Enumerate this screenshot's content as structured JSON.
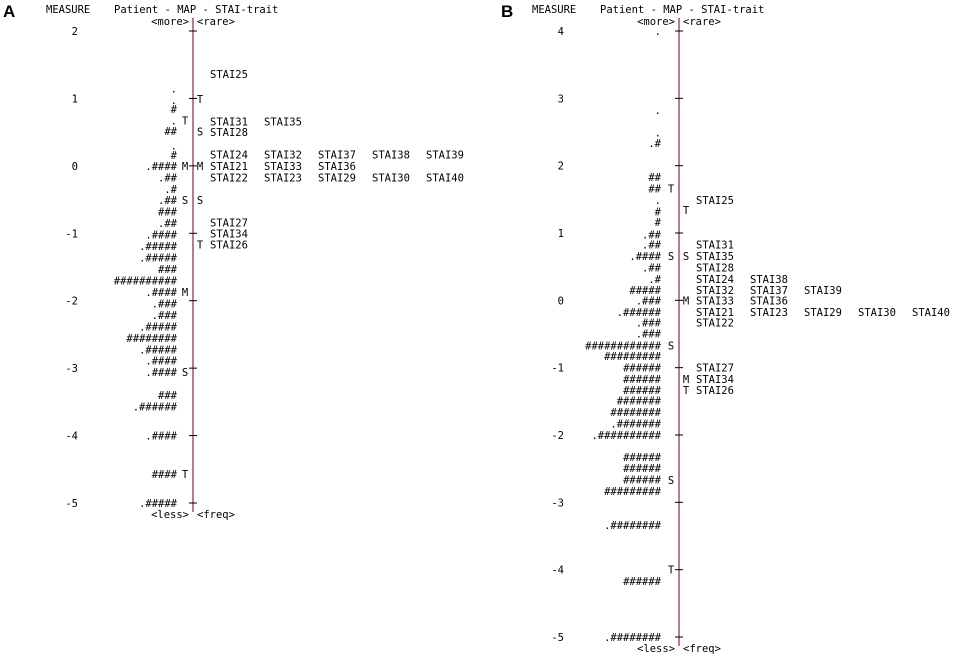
{
  "figure": {
    "panels": [
      "A",
      "B"
    ]
  },
  "chart_data": [
    {
      "type": "wright-map",
      "panel": "A",
      "header": {
        "measure_label": "MEASURE",
        "title": "Patient - MAP - STAI-trait"
      },
      "top_labels": {
        "left": "<more>",
        "right": "<rare>"
      },
      "bottom_labels": {
        "left": "<less>",
        "right": "<freq>"
      },
      "ylim": [
        -5,
        2
      ],
      "yticks": [
        2,
        1,
        0,
        -1,
        -2,
        -3,
        -4,
        -5
      ],
      "persons": [
        {
          "y": 1.15,
          "s": "."
        },
        {
          "y": 0.98,
          "s": "."
        },
        {
          "y": 0.84,
          "s": "#"
        },
        {
          "y": 0.67,
          "s": "."
        },
        {
          "y": 0.52,
          "s": "##"
        },
        {
          "y": 0.3,
          "s": "."
        },
        {
          "y": 0.16,
          "s": "#"
        },
        {
          "y": 0.0,
          "s": ".####"
        },
        {
          "y": -0.17,
          "s": ".##"
        },
        {
          "y": -0.34,
          "s": ".#"
        },
        {
          "y": -0.51,
          "s": ".##"
        },
        {
          "y": -0.68,
          "s": "###"
        },
        {
          "y": -0.85,
          "s": ".##"
        },
        {
          "y": -1.02,
          "s": ".####"
        },
        {
          "y": -1.19,
          "s": ".#####"
        },
        {
          "y": -1.36,
          "s": ".#####"
        },
        {
          "y": -1.53,
          "s": "###"
        },
        {
          "y": -1.7,
          "s": "##########"
        },
        {
          "y": -1.87,
          "s": ".####"
        },
        {
          "y": -2.04,
          "s": ".###"
        },
        {
          "y": -2.21,
          "s": ".###"
        },
        {
          "y": -2.38,
          "s": ".#####"
        },
        {
          "y": -2.55,
          "s": "########"
        },
        {
          "y": -2.72,
          "s": ".#####"
        },
        {
          "y": -2.89,
          "s": ".####"
        },
        {
          "y": -3.06,
          "s": ".####"
        },
        {
          "y": -3.4,
          "s": "###"
        },
        {
          "y": -3.57,
          "s": ".######"
        },
        {
          "y": -4.0,
          "s": ".####"
        },
        {
          "y": -4.57,
          "s": "####"
        },
        {
          "y": -5.0,
          "s": ".#####"
        }
      ],
      "person_markers": [
        {
          "y": 0.67,
          "label": "T"
        },
        {
          "y": 0.0,
          "label": "M"
        },
        {
          "y": -0.51,
          "label": "S"
        },
        {
          "y": -1.87,
          "label": "M"
        },
        {
          "y": -3.06,
          "label": "S"
        },
        {
          "y": -4.57,
          "label": "T"
        }
      ],
      "item_markers": [
        {
          "y": 0.99,
          "label": "T"
        },
        {
          "y": 0.51,
          "label": "S"
        },
        {
          "y": 0.0,
          "label": "M"
        },
        {
          "y": -0.51,
          "label": "S"
        },
        {
          "y": -1.17,
          "label": "T"
        }
      ],
      "items": [
        {
          "y": 1.36,
          "labels": [
            "STAI25"
          ]
        },
        {
          "y": 0.66,
          "labels": [
            "STAI31",
            "STAI35"
          ]
        },
        {
          "y": 0.5,
          "labels": [
            "STAI28"
          ]
        },
        {
          "y": 0.17,
          "labels": [
            "STAI24",
            "STAI32",
            "STAI37",
            "STAI38",
            "STAI39"
          ]
        },
        {
          "y": 0.0,
          "labels": [
            "STAI21",
            "STAI33",
            "STAI36"
          ]
        },
        {
          "y": -0.17,
          "labels": [
            "STAI22",
            "STAI23",
            "STAI29",
            "STAI30",
            "STAI40"
          ]
        },
        {
          "y": -0.84,
          "labels": [
            "STAI27"
          ]
        },
        {
          "y": -1.0,
          "labels": [
            "STAI34"
          ]
        },
        {
          "y": -1.17,
          "labels": [
            "STAI26"
          ]
        }
      ]
    },
    {
      "type": "wright-map",
      "panel": "B",
      "header": {
        "measure_label": "MEASURE",
        "title": "Patient - MAP - STAI-trait"
      },
      "top_labels": {
        "left": "<more>",
        "right": "<rare>"
      },
      "bottom_labels": {
        "left": "<less>",
        "right": "<freq>"
      },
      "ylim": [
        -5,
        4
      ],
      "yticks": [
        4,
        3,
        2,
        1,
        0,
        -1,
        -2,
        -3,
        -4,
        -5
      ],
      "persons": [
        {
          "y": 4.0,
          "s": "."
        },
        {
          "y": 2.83,
          "s": "."
        },
        {
          "y": 2.49,
          "s": "."
        },
        {
          "y": 2.34,
          "s": ".#"
        },
        {
          "y": 1.83,
          "s": "##"
        },
        {
          "y": 1.66,
          "s": "##"
        },
        {
          "y": 1.49,
          "s": "."
        },
        {
          "y": 1.32,
          "s": "#"
        },
        {
          "y": 1.16,
          "s": "#"
        },
        {
          "y": 0.98,
          "s": ".##"
        },
        {
          "y": 0.83,
          "s": ".##"
        },
        {
          "y": 0.66,
          "s": ".####"
        },
        {
          "y": 0.49,
          "s": ".##"
        },
        {
          "y": 0.32,
          "s": ".#"
        },
        {
          "y": 0.15,
          "s": "#####"
        },
        {
          "y": 0.0,
          "s": ".###"
        },
        {
          "y": -0.17,
          "s": ".######"
        },
        {
          "y": -0.33,
          "s": ".###"
        },
        {
          "y": -0.49,
          "s": ".###"
        },
        {
          "y": -0.67,
          "s": "############"
        },
        {
          "y": -0.83,
          "s": "#########"
        },
        {
          "y": -1.0,
          "s": "######"
        },
        {
          "y": -1.17,
          "s": "######"
        },
        {
          "y": -1.33,
          "s": "######"
        },
        {
          "y": -1.49,
          "s": "#######"
        },
        {
          "y": -1.66,
          "s": "########"
        },
        {
          "y": -1.83,
          "s": ".#######"
        },
        {
          "y": -2.0,
          "s": ".##########"
        },
        {
          "y": -2.33,
          "s": "######"
        },
        {
          "y": -2.49,
          "s": "######"
        },
        {
          "y": -2.66,
          "s": "######"
        },
        {
          "y": -2.83,
          "s": "#########"
        },
        {
          "y": -3.34,
          "s": ".########"
        },
        {
          "y": -4.17,
          "s": "######"
        },
        {
          "y": -5.0,
          "s": ".########"
        }
      ],
      "person_markers": [
        {
          "y": 1.66,
          "label": "T"
        },
        {
          "y": 0.66,
          "label": "S"
        },
        {
          "y": -0.67,
          "label": "S"
        },
        {
          "y": -2.67,
          "label": "S"
        },
        {
          "y": -4.0,
          "label": "T"
        }
      ],
      "item_markers": [
        {
          "y": 1.34,
          "label": "T"
        },
        {
          "y": 0.66,
          "label": "S"
        },
        {
          "y": 0.0,
          "label": "M"
        },
        {
          "y": -1.17,
          "label": "M"
        },
        {
          "y": -1.33,
          "label": "T"
        }
      ],
      "items": [
        {
          "y": 1.49,
          "labels": [
            "STAI25"
          ]
        },
        {
          "y": 0.83,
          "labels": [
            "STAI31"
          ]
        },
        {
          "y": 0.66,
          "labels": [
            "STAI35"
          ]
        },
        {
          "y": 0.49,
          "labels": [
            "STAI28"
          ]
        },
        {
          "y": 0.32,
          "labels": [
            "STAI24",
            "STAI38"
          ]
        },
        {
          "y": 0.15,
          "labels": [
            "STAI32",
            "STAI37",
            "STAI39"
          ]
        },
        {
          "y": 0.0,
          "labels": [
            "STAI33",
            "STAI36"
          ]
        },
        {
          "y": -0.17,
          "labels": [
            "STAI21",
            "STAI23",
            "STAI29",
            "STAI30",
            "STAI40"
          ]
        },
        {
          "y": -0.33,
          "labels": [
            "STAI22"
          ]
        },
        {
          "y": -1.0,
          "labels": [
            "STAI27"
          ]
        },
        {
          "y": -1.17,
          "labels": [
            "STAI34"
          ]
        },
        {
          "y": -1.33,
          "labels": [
            "STAI26"
          ]
        }
      ]
    }
  ]
}
